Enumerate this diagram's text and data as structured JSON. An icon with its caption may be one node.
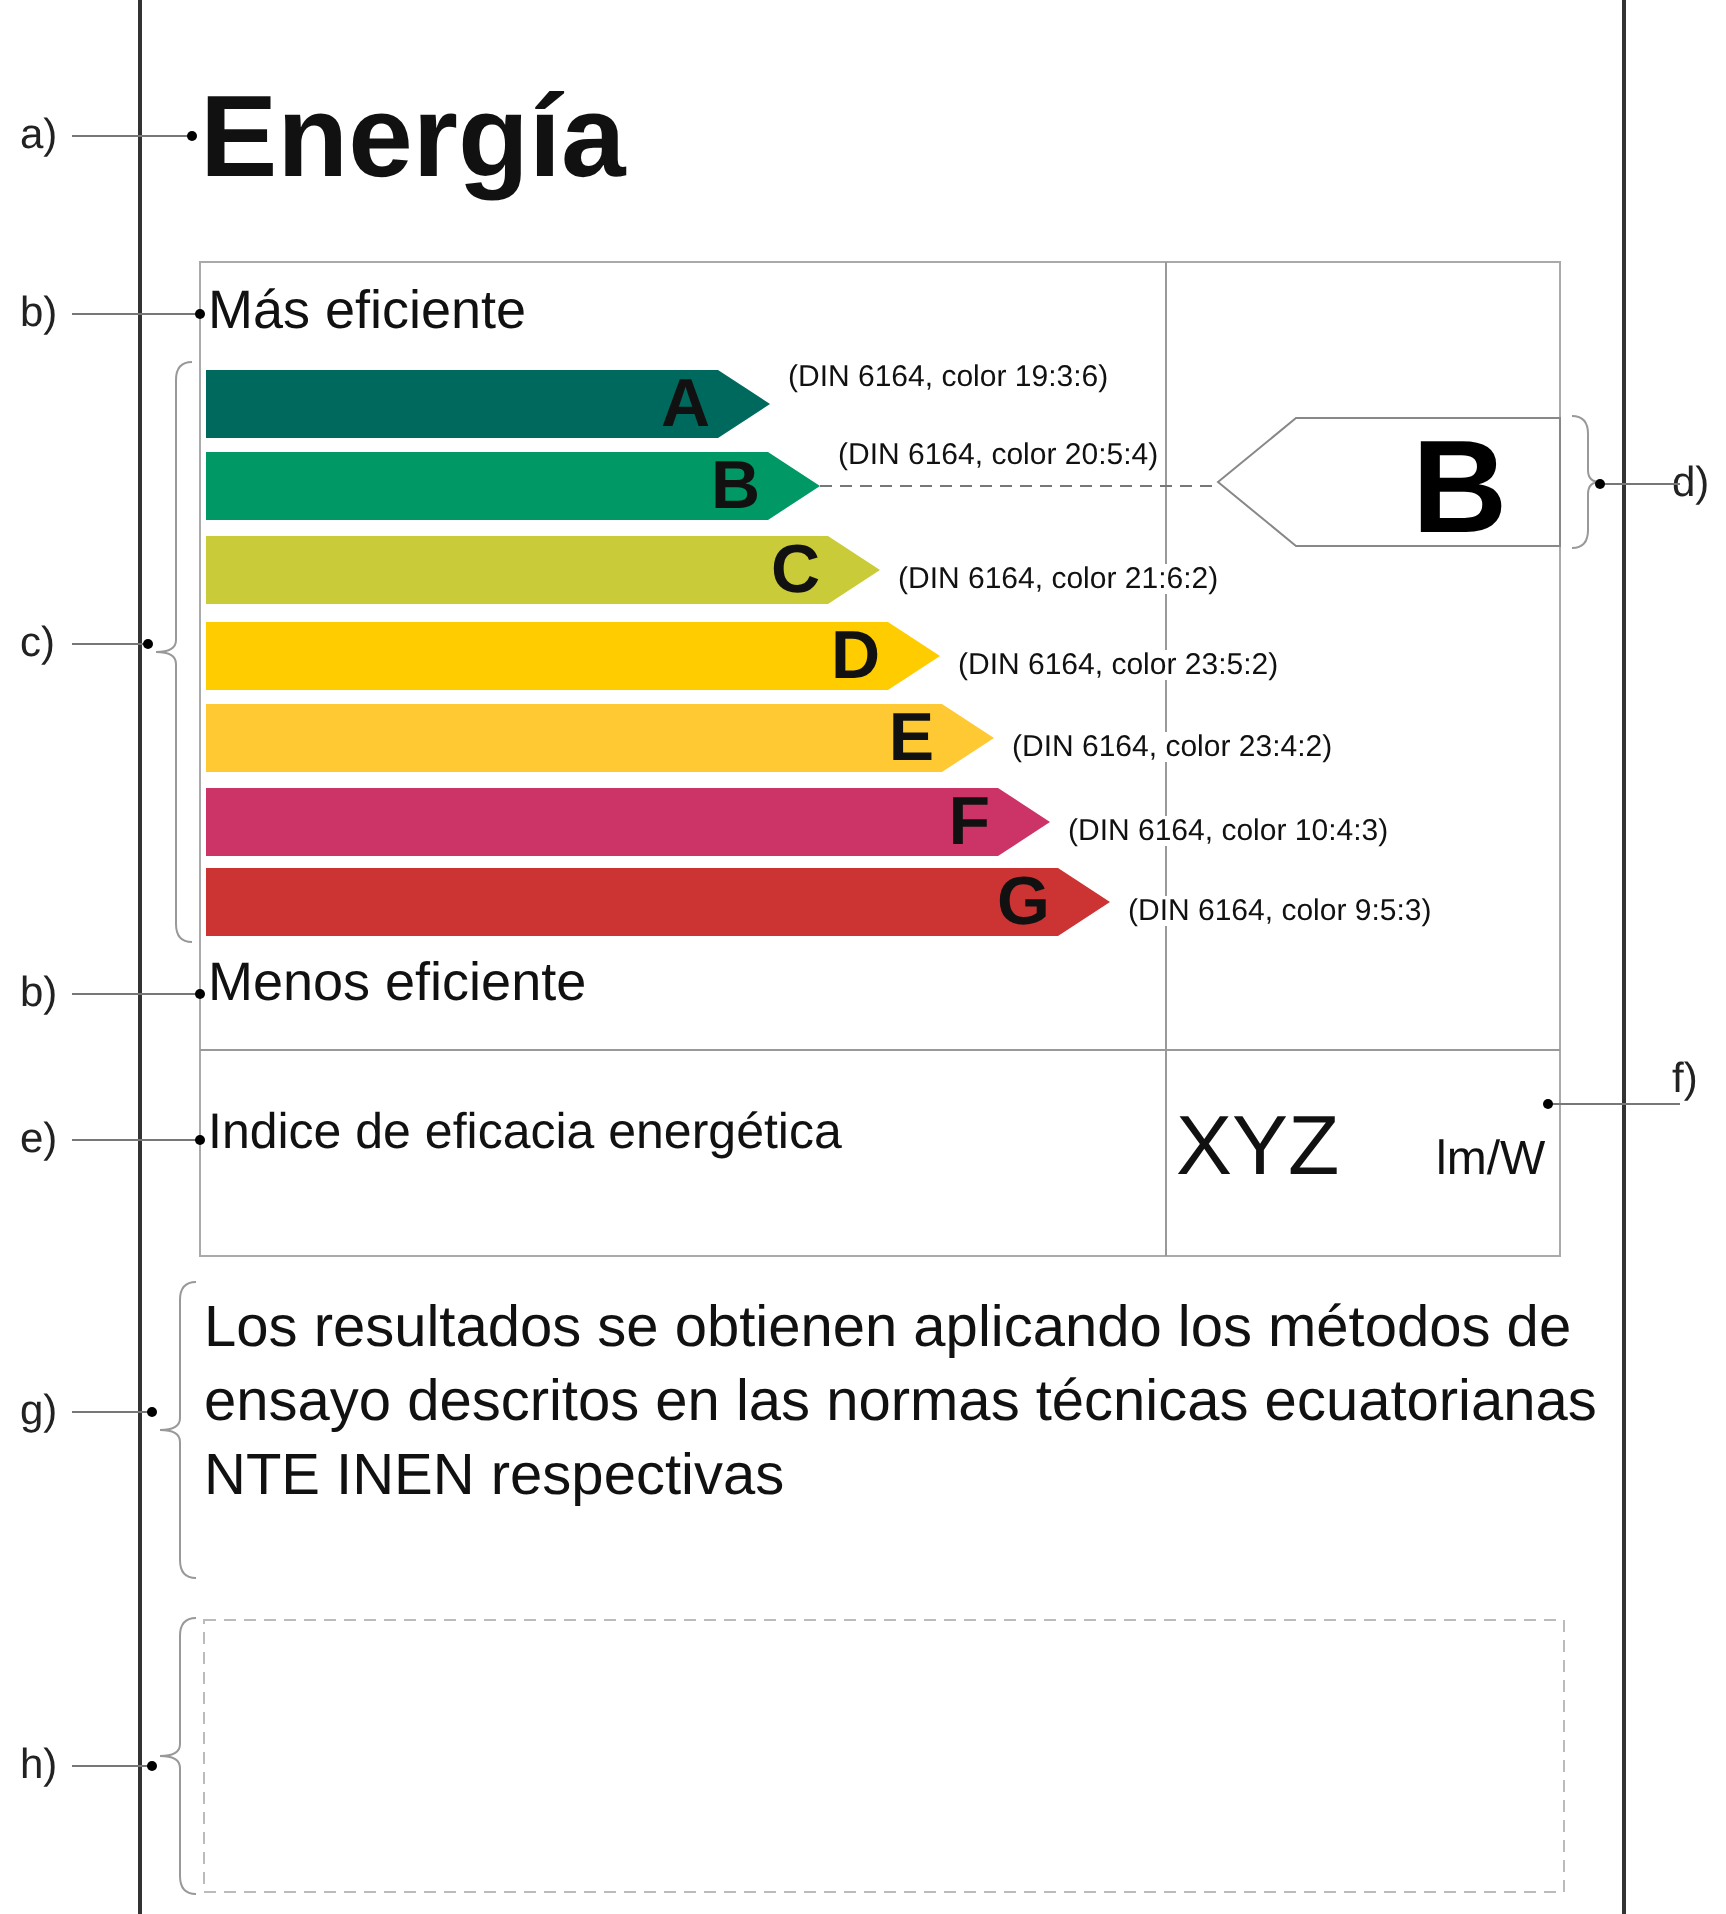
{
  "diagram": {
    "nodes": [
      {
        "text": [
          "a)"
        ]
      },
      {
        "text": [
          "Energía"
        ]
      },
      {
        "text": [
          "b)"
        ]
      },
      {
        "text": [
          "Más eficiente"
        ]
      },
      {
        "text": [
          "c)"
        ]
      },
      {
        "text": [],
        "shape": "box"
      },
      {
        "text": [
          "A"
        ],
        "in": 5,
        "beside": [
          "(DIN 6164, color 19:3:6)"
        ]
      },
      {
        "text": [
          "B"
        ],
        "in": 5,
        "beside": [
          "(DIN 6164, color 20:5:4)"
        ]
      },
      {
        "text": [
          "C"
        ],
        "in": 5,
        "beside": [
          "(DIN 6164, color 21:6:2)"
        ]
      },
      {
        "text": [
          "D"
        ],
        "in": 5,
        "beside": [
          "(DIN 6164, color 23:5:2)"
        ]
      },
      {
        "text": [
          "E"
        ],
        "in": 5,
        "beside": [
          "(DIN 6164, color 23:4:2)"
        ]
      },
      {
        "text": [
          "F"
        ],
        "in": 5,
        "beside": [
          "(DIN 6164, color 10:4:3)"
        ]
      },
      {
        "text": [
          "G"
        ],
        "in": 5,
        "beside": [
          "(DIN 6164, color 9:5:3)"
        ]
      },
      {
        "text": [
          "d)"
        ]
      },
      {
        "text": [
          "B"
        ]
      },
      {
        "text": [
          "b)"
        ]
      },
      {
        "text": [
          "Menos eficiente"
        ]
      },
      {
        "text": [
          "e)"
        ]
      },
      {
        "text": [
          "Indice de eficacia energética"
        ]
      },
      {
        "text": [
          "f)"
        ]
      },
      {
        "text": [
          "XYZ",
          "lm/W"
        ]
      },
      {
        "text": [
          "g)"
        ]
      },
      {
        "text": [
          "Los resultados se obtienen aplicando los métodos de ensayo descritos en las normas técnicas ecuatorianas NTE INEN respectivas"
        ]
      },
      {
        "text": [
          "h)"
        ]
      },
      {
        "text": [],
        "shape": "box"
      }
    ],
    "edges": [
      {
        "from": 0,
        "to": 1,
        "arrow": "other"
      },
      {
        "from": 2,
        "to": 3,
        "arrow": "other"
      },
      {
        "from": 4,
        "to": 5,
        "arrow": "other"
      },
      {
        "from": 7,
        "to": 14,
        "arrow": "none",
        "style": "dashed"
      },
      {
        "from": 13,
        "to": 14,
        "arrow": "other"
      },
      {
        "from": 15,
        "to": 16,
        "arrow": "other"
      },
      {
        "from": 17,
        "to": 18,
        "arrow": "other"
      },
      {
        "from": 19,
        "to": 20,
        "arrow": "other"
      },
      {
        "from": 21,
        "to": 22,
        "arrow": "other"
      },
      {
        "from": 23,
        "to": 24,
        "arrow": "other"
      }
    ]
  }
}
